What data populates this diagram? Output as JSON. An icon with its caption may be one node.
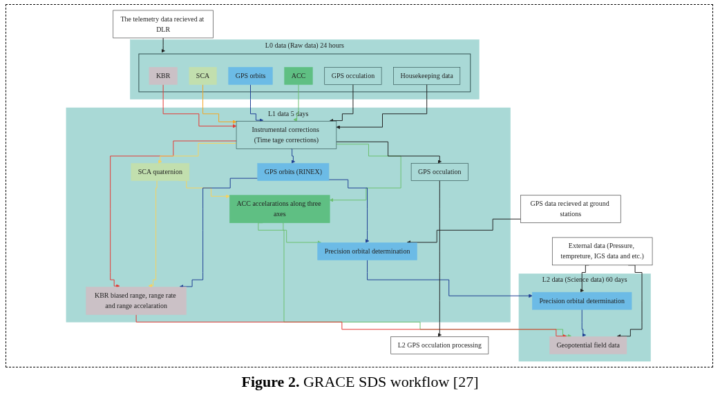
{
  "diagram": {
    "caption": "**Figure 2.** GRACE SDS workflow [27]",
    "nodes": [
      {
        "text": [
          "The telemetry data recieved at DLR"
        ]
      },
      {
        "text": [
          "L0 data (Raw data) 24 hours"
        ]
      },
      {
        "text": [],
        "shape": "box",
        "in": 1
      },
      {
        "text": [
          "KBR"
        ],
        "in": 2
      },
      {
        "text": [
          "SCA"
        ],
        "in": 2
      },
      {
        "text": [
          "GPS orbits"
        ],
        "in": 2
      },
      {
        "text": [
          "ACC"
        ],
        "in": 2
      },
      {
        "text": [
          "GPS occulation"
        ],
        "in": 2
      },
      {
        "text": [
          "Housekeeping data"
        ],
        "in": 2
      },
      {
        "text": [
          "GPS data recieved at ground stations"
        ]
      },
      {
        "text": [
          "L1 data 5 days"
        ]
      },
      {
        "text": [
          "Instrumental corrections (Time tage corrections)"
        ],
        "in": 10
      },
      {
        "text": [
          "SCA quaternion"
        ],
        "in": 10
      },
      {
        "text": [
          "GPS orbits (RINEX)"
        ],
        "in": 10
      },
      {
        "text": [
          "ACC accelarations along three axes"
        ],
        "in": 10
      },
      {
        "text": [
          "GPS occulation"
        ],
        "in": 10
      },
      {
        "text": [
          "KBR biased range, range rate and range accelaration"
        ],
        "in": 10
      },
      {
        "text": [
          "Precision orbital determination"
        ],
        "in": 10
      },
      {
        "text": [
          "L2 data (Science data) 60 days"
        ]
      },
      {
        "text": [
          "Geopotential field data"
        ],
        "in": 18
      },
      {
        "text": [
          "Precision orbital determination"
        ],
        "in": 18
      },
      {
        "text": [
          "External data (Pressure, tempreture, IGS data and etc.)"
        ]
      },
      {
        "text": [
          "L2 GPS occulation processing"
        ]
      }
    ],
    "edges": [
      {
        "from": 0,
        "to": 2,
        "arrow": "to"
      },
      {
        "from": 3,
        "to": 11,
        "arrow": "to",
        "color": "#e53935"
      },
      {
        "from": 4,
        "to": 11,
        "arrow": "to",
        "color": "#f5a623"
      },
      {
        "from": 5,
        "to": 11,
        "arrow": "to",
        "color": "#1f3f95"
      },
      {
        "from": 6,
        "to": 11,
        "arrow": "to",
        "color": "#6cc070"
      },
      {
        "from": 7,
        "to": 11,
        "arrow": "to"
      },
      {
        "from": 8,
        "to": 11,
        "arrow": "to"
      },
      {
        "from": 11,
        "to": 16,
        "arrow": "to",
        "color": "#e53935"
      },
      {
        "from": 11,
        "to": 12,
        "arrow": "to",
        "color": "#f8d35e"
      },
      {
        "from": 11,
        "to": 13,
        "arrow": "to",
        "color": "#1f3f95"
      },
      {
        "from": 11,
        "to": 14,
        "arrow": "to",
        "color": "#6cc070"
      },
      {
        "from": 11,
        "to": 15,
        "arrow": "to"
      },
      {
        "from": 12,
        "to": 16,
        "arrow": "to",
        "color": "#f8d35e"
      },
      {
        "from": 12,
        "to": 14,
        "arrow": "to",
        "color": "#f8d35e"
      },
      {
        "from": 13,
        "to": 16,
        "arrow": "to",
        "color": "#1f3f95"
      },
      {
        "from": 13,
        "to": 17,
        "arrow": "to",
        "color": "#1f3f95"
      },
      {
        "from": 9,
        "to": 17,
        "arrow": "to"
      },
      {
        "from": 14,
        "to": 17,
        "arrow": "to",
        "color": "#6cc070"
      },
      {
        "from": 14,
        "to": 19,
        "arrow": "to",
        "color": "#6cc070"
      },
      {
        "from": 16,
        "to": 19,
        "arrow": "to",
        "color": "#e53935"
      },
      {
        "from": 17,
        "to": 20,
        "arrow": "to",
        "color": "#1f3f95"
      },
      {
        "from": 15,
        "to": 22,
        "arrow": "to"
      },
      {
        "from": 21,
        "to": 20,
        "arrow": "to"
      },
      {
        "from": 21,
        "to": 19,
        "arrow": "to"
      },
      {
        "from": 20,
        "to": 19,
        "arrow": "to",
        "color": "#1f3f95"
      }
    ]
  }
}
